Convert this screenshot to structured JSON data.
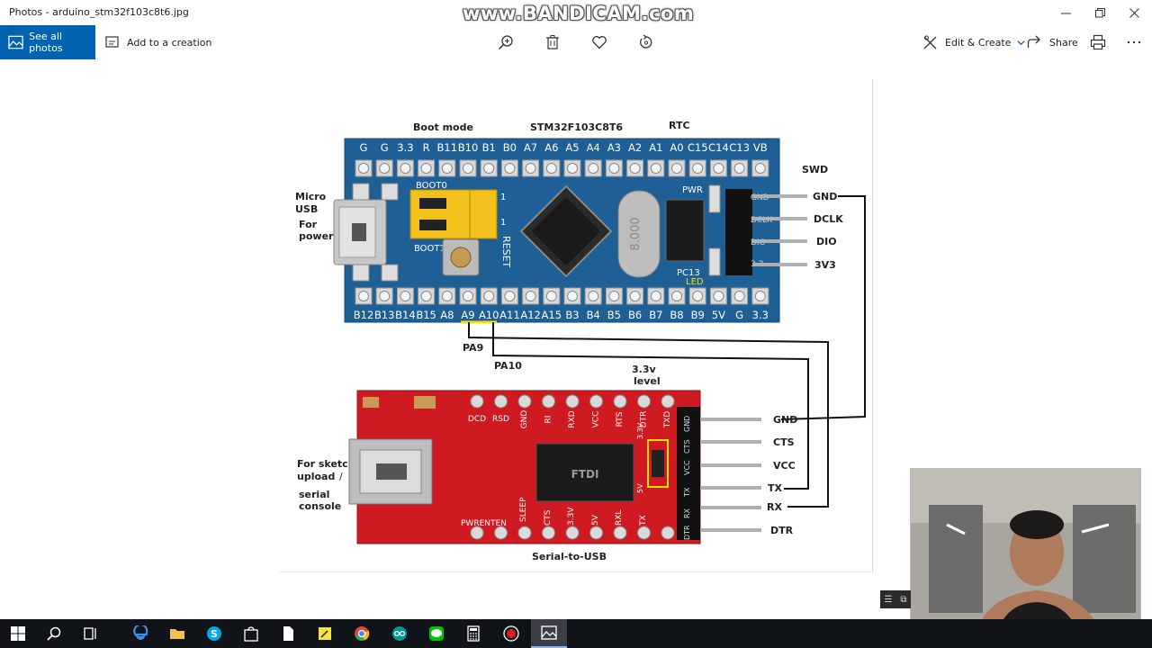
{
  "window": {
    "title": "Photos - arduino_stm32f103c8t6.jpg",
    "watermark": "www.BANDICAM.com"
  },
  "toolbar": {
    "see_all_photos": "See all photos",
    "add_to_creation": "Add to a creation",
    "edit_create": "Edit & Create",
    "share": "Share"
  },
  "diagram": {
    "top_labels": {
      "boot_mode": "Boot mode",
      "chip": "STM32F103C8T6",
      "rtc": "RTC",
      "swd": "SWD"
    },
    "stm_top_pins": [
      "G",
      "G",
      "3.3",
      "R",
      "B11",
      "B10",
      "B1",
      "B0",
      "A7",
      "A6",
      "A5",
      "A4",
      "A3",
      "A2",
      "A1",
      "A0",
      "C15",
      "C14",
      "C13",
      "VB"
    ],
    "stm_bottom_pins": [
      "B12",
      "B13",
      "B14",
      "B15",
      "A8",
      "A9",
      "A10",
      "A11",
      "A12",
      "A15",
      "B3",
      "B4",
      "B5",
      "B6",
      "B7",
      "B8",
      "B9",
      "5V",
      "G",
      "3.3"
    ],
    "board_marks": {
      "boot0": "BOOT0",
      "boot1": "BOOT1",
      "reset": "RESET",
      "pwr": "PWR",
      "pc13": "PC13",
      "led": "LED",
      "crystal": "8.000",
      "one_a": "1",
      "one_b": "1"
    },
    "left_labels": {
      "micro_usb": [
        "Micro",
        "USB"
      ],
      "for_power": [
        "For",
        "power"
      ],
      "sketch": [
        "For sketch",
        "upload",
        "/"
      ],
      "serial": [
        "serial",
        "console"
      ]
    },
    "swd_pins": [
      "GND",
      "DCLK",
      "DIO",
      "3V3"
    ],
    "swd_header_marks": [
      "GND",
      "DCLK",
      "DIO",
      "3.3"
    ],
    "mid_labels": {
      "pa9": "PA9",
      "pa10": "PA10",
      "level": [
        "3.3v",
        "level"
      ]
    },
    "ftdi_top_pins": [
      "DCD",
      "RSD",
      "GND",
      "RI",
      "RXD",
      "VCC",
      "RTS",
      "DTR",
      "TXD"
    ],
    "ftdi_bottom_pins": [
      "PWRENTEN",
      "SLEEP",
      "CTS",
      "3.3V",
      "5V",
      "RXL",
      "TX"
    ],
    "ftdi_chip": "FTDI",
    "ftdi_pins": [
      "GND",
      "CTS",
      "VCC",
      "TX",
      "RX",
      "DTR"
    ],
    "ftdi_jumper": [
      "3.3V",
      "5V"
    ],
    "ftdi_header_marks": [
      "DTR",
      "RX",
      "TX",
      "VCC",
      "CTS",
      "GND"
    ],
    "bottom_label": "Serial-to-USB"
  },
  "colors": {
    "accent": "#0063b1",
    "stm_board": "#1e5f96",
    "ftdi_board": "#cf1a22",
    "jumper": "#f2c11b"
  },
  "icons": {
    "see_all": "photos-icon",
    "add": "add-to-creation-icon",
    "zoom": "zoom-in-icon",
    "delete": "trash-icon",
    "favorite": "heart-icon",
    "rotate": "rotate-icon",
    "edit": "edit-create-icon",
    "share": "share-icon",
    "print": "print-icon",
    "more": "more-icon"
  }
}
